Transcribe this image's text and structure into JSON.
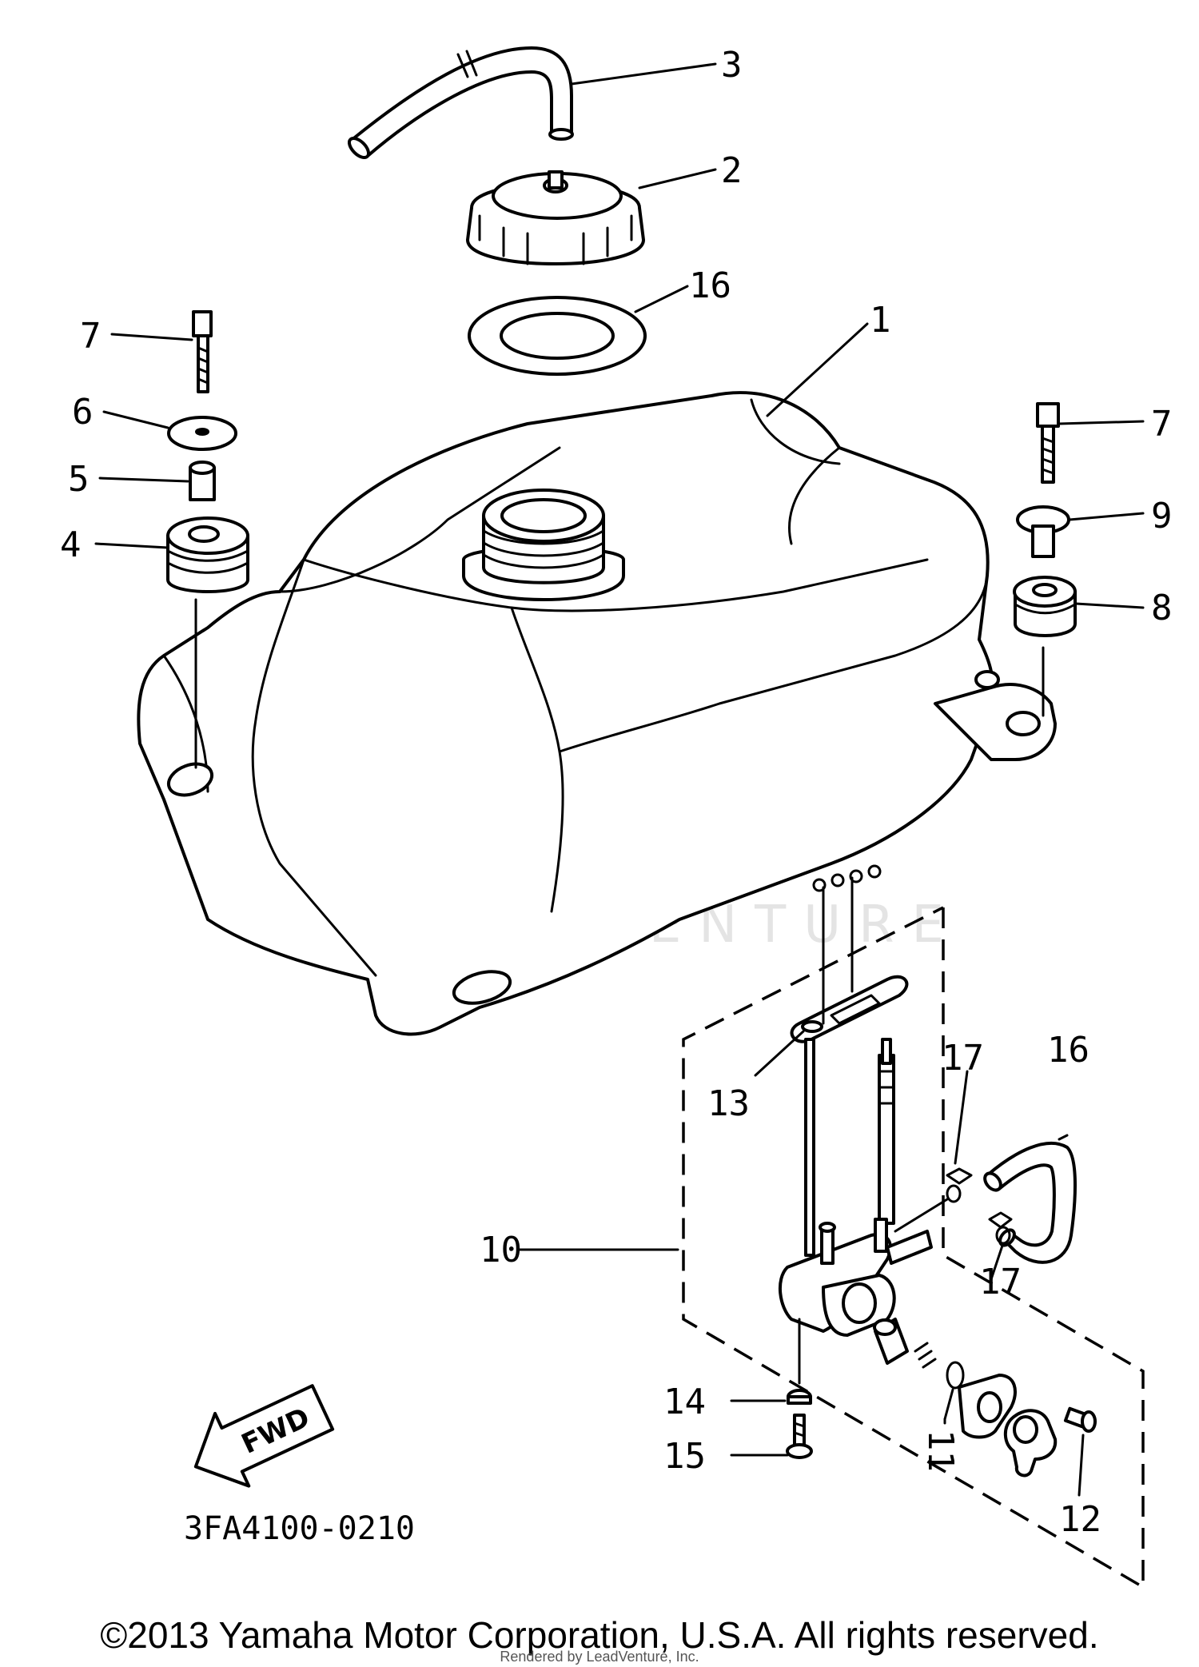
{
  "diagram": {
    "drawing_code": "3FA4100-0210",
    "direction_marker": "FWD",
    "watermark": "LEADVENTURE",
    "callouts": [
      {
        "number": "1"
      },
      {
        "number": "2"
      },
      {
        "number": "3"
      },
      {
        "number": "4"
      },
      {
        "number": "5"
      },
      {
        "number": "6"
      },
      {
        "number": "7"
      },
      {
        "number": "7"
      },
      {
        "number": "8"
      },
      {
        "number": "9"
      },
      {
        "number": "10"
      },
      {
        "number": "11"
      },
      {
        "number": "12"
      },
      {
        "number": "13"
      },
      {
        "number": "14"
      },
      {
        "number": "15"
      },
      {
        "number": "16"
      },
      {
        "number": "16"
      },
      {
        "number": "17"
      },
      {
        "number": "17"
      }
    ]
  },
  "footer": {
    "copyright": "©2013 Yamaha Motor Corporation, U.S.A. All rights reserved.",
    "rendered_by": "Rendered by LeadVenture, Inc."
  }
}
